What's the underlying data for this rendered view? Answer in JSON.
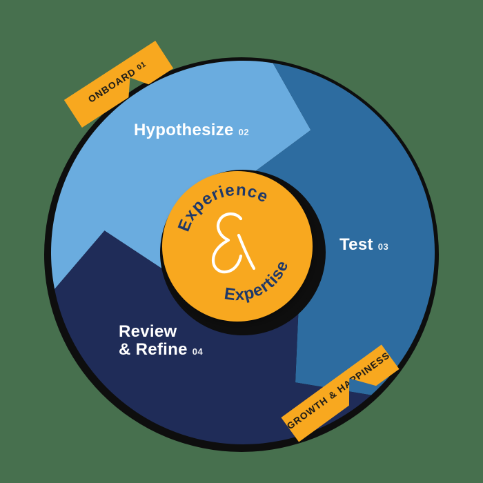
{
  "background_color": "#47704e",
  "diagram": {
    "outline_color": "#0e0e0e",
    "label_color": "#ffffff",
    "segments": [
      {
        "label": "Hypothesize",
        "number": "02",
        "color": "#6aacdf"
      },
      {
        "label": "Test",
        "number": "03",
        "color": "#2d6ca0"
      },
      {
        "label_line1": "Review",
        "label_line2": "& Refine",
        "number": "04",
        "color": "#1f2c58"
      }
    ],
    "center_badge": {
      "word_top": "Experience",
      "ampersand": "&",
      "word_bottom": "Expertise",
      "color": "#f8a81f",
      "text_color": "#1e3869",
      "ampersand_color": "#ffffff"
    },
    "ribbons": [
      {
        "label": "ONBOARD",
        "number": "01",
        "color": "#f8a81f",
        "text_color": "#181818"
      },
      {
        "label": "GROWTH & HAPPINESS",
        "color": "#f8a81f",
        "text_color": "#181818"
      }
    ]
  }
}
